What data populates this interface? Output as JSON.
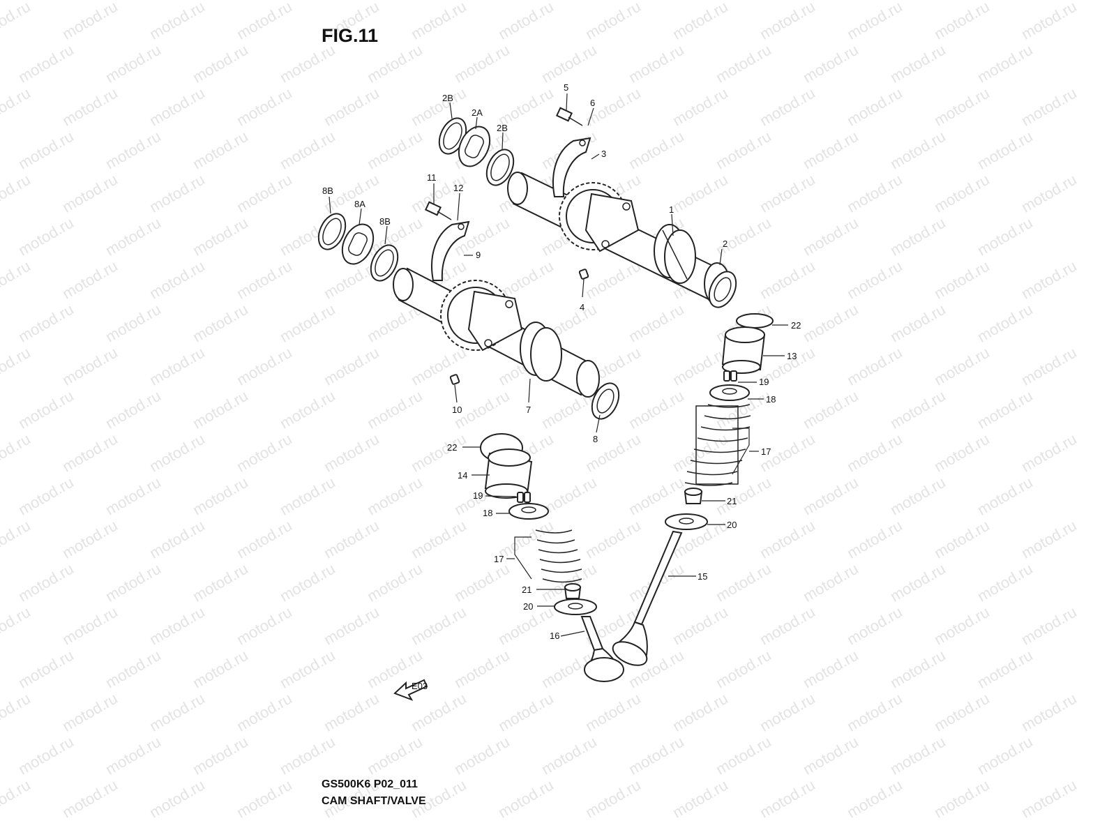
{
  "figure": {
    "title": "FIG.11",
    "model_code": "GS500K6 P02_011",
    "section_title": "CAM SHAFT/VALVE"
  },
  "watermark": {
    "text": "motod.ru"
  },
  "arrow_label": "E03",
  "callouts": [
    {
      "id": "c-1",
      "label": "1"
    },
    {
      "id": "c-2",
      "label": "2"
    },
    {
      "id": "c-2a",
      "label": "2A"
    },
    {
      "id": "c-2b-left",
      "label": "2B"
    },
    {
      "id": "c-2b-right",
      "label": "2B"
    },
    {
      "id": "c-3",
      "label": "3"
    },
    {
      "id": "c-4",
      "label": "4"
    },
    {
      "id": "c-5",
      "label": "5"
    },
    {
      "id": "c-6",
      "label": "6"
    },
    {
      "id": "c-7",
      "label": "7"
    },
    {
      "id": "c-8",
      "label": "8"
    },
    {
      "id": "c-8a",
      "label": "8A"
    },
    {
      "id": "c-8b-left",
      "label": "8B"
    },
    {
      "id": "c-8b-right",
      "label": "8B"
    },
    {
      "id": "c-9",
      "label": "9"
    },
    {
      "id": "c-10",
      "label": "10"
    },
    {
      "id": "c-11",
      "label": "11"
    },
    {
      "id": "c-12",
      "label": "12"
    },
    {
      "id": "c-13",
      "label": "13"
    },
    {
      "id": "c-14",
      "label": "14"
    },
    {
      "id": "c-15",
      "label": "15"
    },
    {
      "id": "c-16",
      "label": "16"
    },
    {
      "id": "c-17-right",
      "label": "17"
    },
    {
      "id": "c-17-left",
      "label": "17"
    },
    {
      "id": "c-18-right",
      "label": "18"
    },
    {
      "id": "c-18-left",
      "label": "18"
    },
    {
      "id": "c-19-right",
      "label": "19"
    },
    {
      "id": "c-19-left",
      "label": "19"
    },
    {
      "id": "c-20-right",
      "label": "20"
    },
    {
      "id": "c-20-left",
      "label": "20"
    },
    {
      "id": "c-21-right",
      "label": "21"
    },
    {
      "id": "c-21-left",
      "label": "21"
    },
    {
      "id": "c-22-right",
      "label": "22"
    },
    {
      "id": "c-22-left",
      "label": "22"
    }
  ]
}
